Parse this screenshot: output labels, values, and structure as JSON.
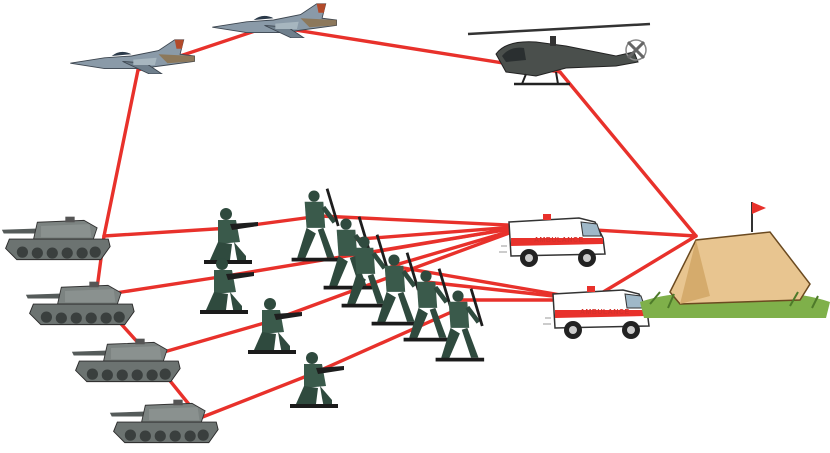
{
  "diagram": {
    "link_color": "#e8312b",
    "node_groups": {
      "aircraft": [
        {
          "id": "jet-left",
          "icon": "fighter-jet-icon",
          "color": "#8a9aa8"
        },
        {
          "id": "jet-right",
          "icon": "fighter-jet-icon",
          "color": "#8a9aa8"
        },
        {
          "id": "helicopter",
          "icon": "attack-helicopter-icon",
          "color": "#4a4f4c"
        }
      ],
      "tanks": [
        {
          "id": "tank-1",
          "icon": "tank-icon"
        },
        {
          "id": "tank-2",
          "icon": "tank-icon"
        },
        {
          "id": "tank-3",
          "icon": "tank-icon"
        },
        {
          "id": "tank-4",
          "icon": "tank-icon"
        }
      ],
      "soldiers": [
        {
          "id": "soldier-kneel-1",
          "icon": "kneeling-soldier-icon"
        },
        {
          "id": "soldier-kneel-2",
          "icon": "kneeling-soldier-icon"
        },
        {
          "id": "soldier-kneel-3",
          "icon": "kneeling-soldier-icon"
        },
        {
          "id": "soldier-kneel-4",
          "icon": "kneeling-soldier-icon"
        },
        {
          "id": "soldier-walk-1",
          "icon": "marching-soldier-icon"
        },
        {
          "id": "soldier-walk-2",
          "icon": "marching-soldier-icon"
        },
        {
          "id": "soldier-walk-3",
          "icon": "marching-soldier-icon"
        },
        {
          "id": "soldier-walk-4",
          "icon": "marching-soldier-icon"
        },
        {
          "id": "soldier-walk-5",
          "icon": "marching-soldier-icon"
        },
        {
          "id": "soldier-walk-6",
          "icon": "marching-soldier-icon"
        },
        {
          "id": "soldier-walk-7",
          "icon": "marching-soldier-icon"
        }
      ],
      "ambulances": [
        {
          "id": "ambulance-1",
          "icon": "ambulance-icon",
          "label": "AMBULANCE"
        },
        {
          "id": "ambulance-2",
          "icon": "ambulance-icon",
          "label": "AMBULANCE"
        }
      ],
      "camp": [
        {
          "id": "field-tent",
          "icon": "tent-icon",
          "color": "#e8c590",
          "flag_color": "#e8312b"
        }
      ]
    },
    "links": [
      [
        "jet-left",
        "jet-right"
      ],
      [
        "jet-right",
        "helicopter"
      ],
      [
        "helicopter",
        "field-tent"
      ],
      [
        "jet-left",
        "tank-1"
      ],
      [
        "tank-1",
        "tank-2"
      ],
      [
        "tank-2",
        "tank-3"
      ],
      [
        "tank-3",
        "tank-4"
      ],
      [
        "tank-1",
        "soldier-kneel-1"
      ],
      [
        "soldier-kneel-1",
        "soldier-walk-1"
      ],
      [
        "tank-2",
        "soldier-kneel-2"
      ],
      [
        "tank-3",
        "soldier-kneel-3"
      ],
      [
        "tank-4",
        "soldier-kneel-4"
      ],
      [
        "soldier-walk-1",
        "ambulance-1"
      ],
      [
        "soldier-walk-2",
        "ambulance-1"
      ],
      [
        "soldier-walk-3",
        "ambulance-1"
      ],
      [
        "soldier-walk-4",
        "ambulance-1"
      ],
      [
        "soldier-kneel-2",
        "ambulance-1"
      ],
      [
        "soldier-kneel-3",
        "ambulance-1"
      ],
      [
        "soldier-walk-4",
        "ambulance-2"
      ],
      [
        "soldier-walk-5",
        "ambulance-2"
      ],
      [
        "soldier-walk-6",
        "ambulance-2"
      ],
      [
        "soldier-kneel-4",
        "soldier-walk-7"
      ],
      [
        "ambulance-1",
        "field-tent"
      ],
      [
        "ambulance-2",
        "field-tent"
      ]
    ]
  }
}
